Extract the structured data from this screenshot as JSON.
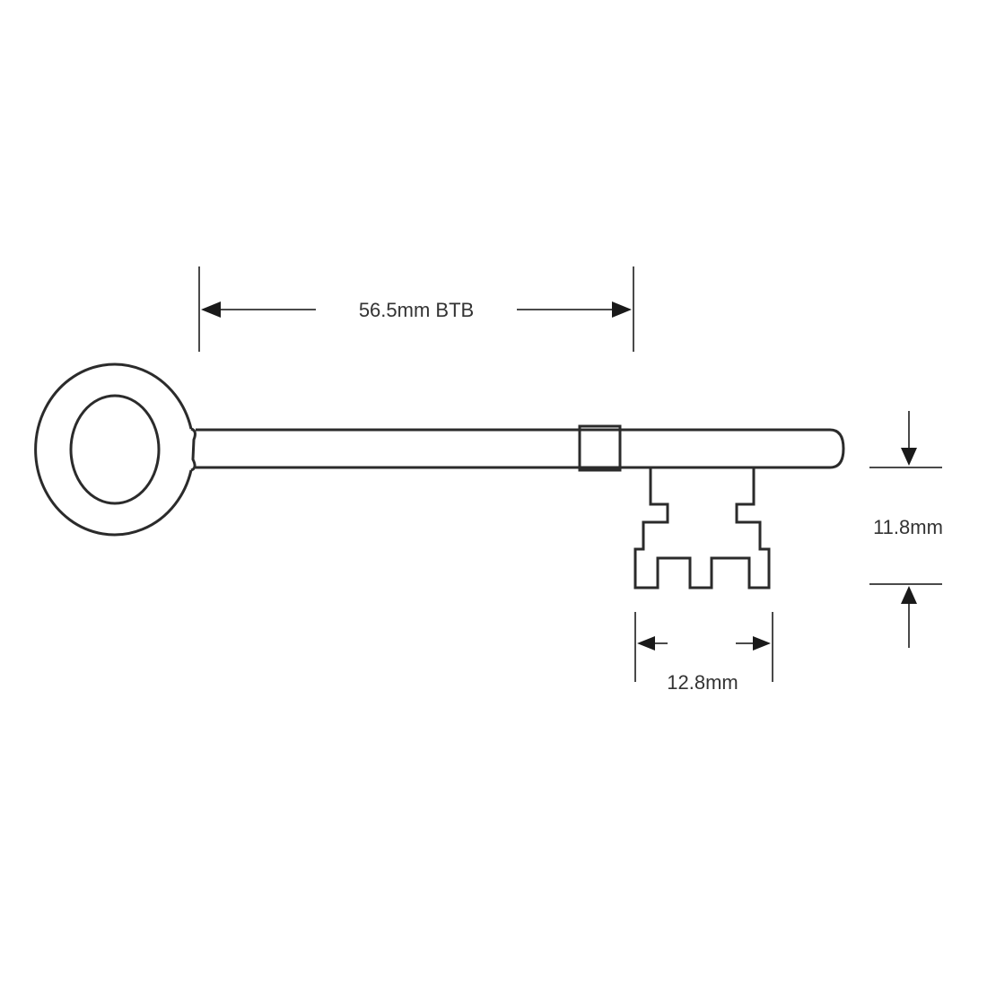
{
  "diagram": {
    "subject": "key",
    "parts": [
      "bow",
      "shank",
      "collar",
      "bit"
    ],
    "colors": {
      "line": "#2b2b2b",
      "dimension": "#4a4a4a",
      "text": "#333333",
      "background": "#ffffff"
    }
  },
  "dimensions": {
    "btb": {
      "label": "56.5mm BTB",
      "icon": "horizontal-double-arrow"
    },
    "bit_height": {
      "label": "11.8mm",
      "icon": "vertical-double-arrow"
    },
    "bit_width": {
      "label": "12.8mm",
      "icon": "horizontal-double-arrow"
    }
  }
}
